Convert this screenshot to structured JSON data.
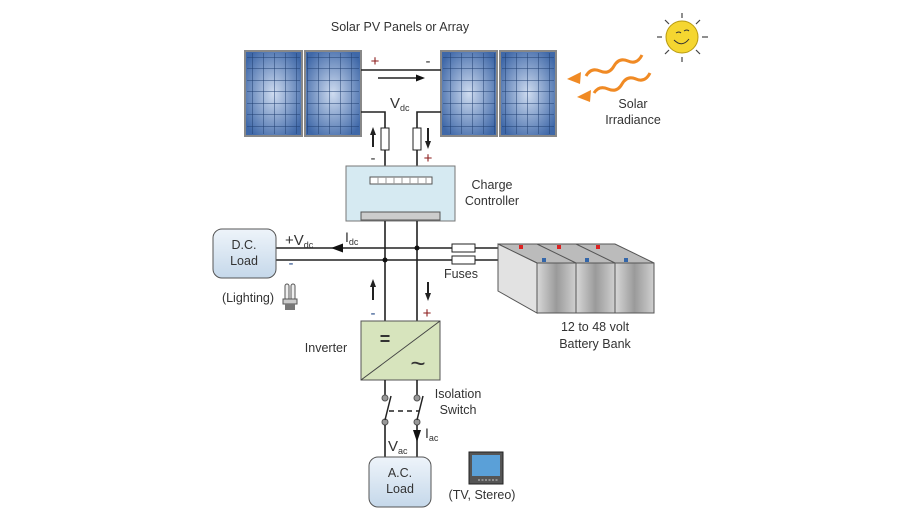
{
  "title": "Solar PV Panels or Array",
  "sun": {
    "label_line1": "Solar",
    "label_line2": "Irradiance"
  },
  "pv": {
    "plus": "+",
    "minus": "-",
    "vdc_main": "V",
    "vdc_sub": "dc"
  },
  "controller": {
    "minus": "-",
    "plus": "+",
    "label_line1": "Charge",
    "label_line2": "Controller"
  },
  "dc_load": {
    "line1": "D.C.",
    "line2": "Load",
    "plus_v": "+V",
    "v_sub": "dc",
    "i_main": "I",
    "i_sub": "dc",
    "minus": "-",
    "device": "(Lighting)"
  },
  "fuses": "Fuses",
  "battery": {
    "line1": "12 to 48 volt",
    "line2": "Battery Bank"
  },
  "inverter": {
    "label": "Inverter",
    "minus": "-",
    "plus": "+",
    "dc_symbol": "=",
    "ac_symbol": "~"
  },
  "switch": {
    "line1": "Isolation",
    "line2": "Switch"
  },
  "ac": {
    "i_main": "I",
    "i_sub": "ac",
    "v_main": "V",
    "v_sub": "ac"
  },
  "ac_load": {
    "line1": "A.C.",
    "line2": "Load",
    "device": "(TV, Stereo)"
  },
  "colors": {
    "panel": "#4a74b0",
    "controller": "#d6eaf2",
    "inverter": "#d7e4bd",
    "load": "#d8e6f2",
    "sun": "#f5d630",
    "irradiance": "#f08a24",
    "plus": "#8b1a1a"
  }
}
